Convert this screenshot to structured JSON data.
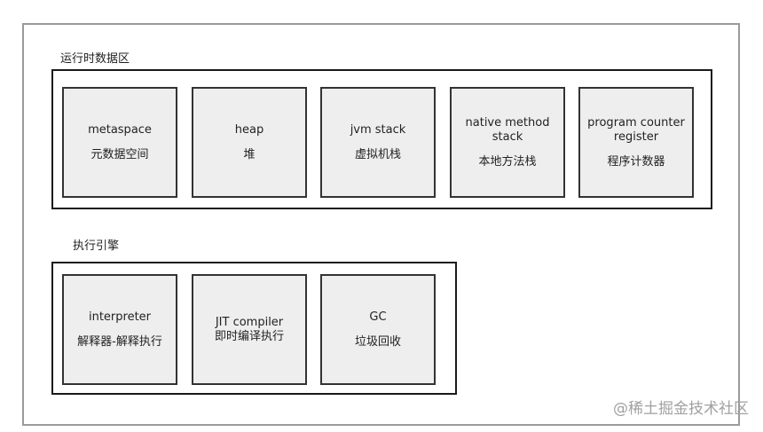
{
  "runtime_area": {
    "label": "运行时数据区",
    "nodes": [
      {
        "en": "metaspace",
        "zh": "元数据空间"
      },
      {
        "en": "heap",
        "zh": "堆"
      },
      {
        "en": "jvm stack",
        "zh": "虚拟机栈"
      },
      {
        "en": "native method stack",
        "zh": "本地方法栈"
      },
      {
        "en": "program counter register",
        "zh": "程序计数器"
      }
    ]
  },
  "execution_engine": {
    "label": "执行引擎",
    "nodes": [
      {
        "en": "interpreter",
        "zh": "解释器-解释执行"
      },
      {
        "en": "JIT compiler",
        "zh": "即时编译执行"
      },
      {
        "en": "GC",
        "zh": "垃圾回收"
      }
    ]
  },
  "watermark": "@稀土掘金技术社区"
}
